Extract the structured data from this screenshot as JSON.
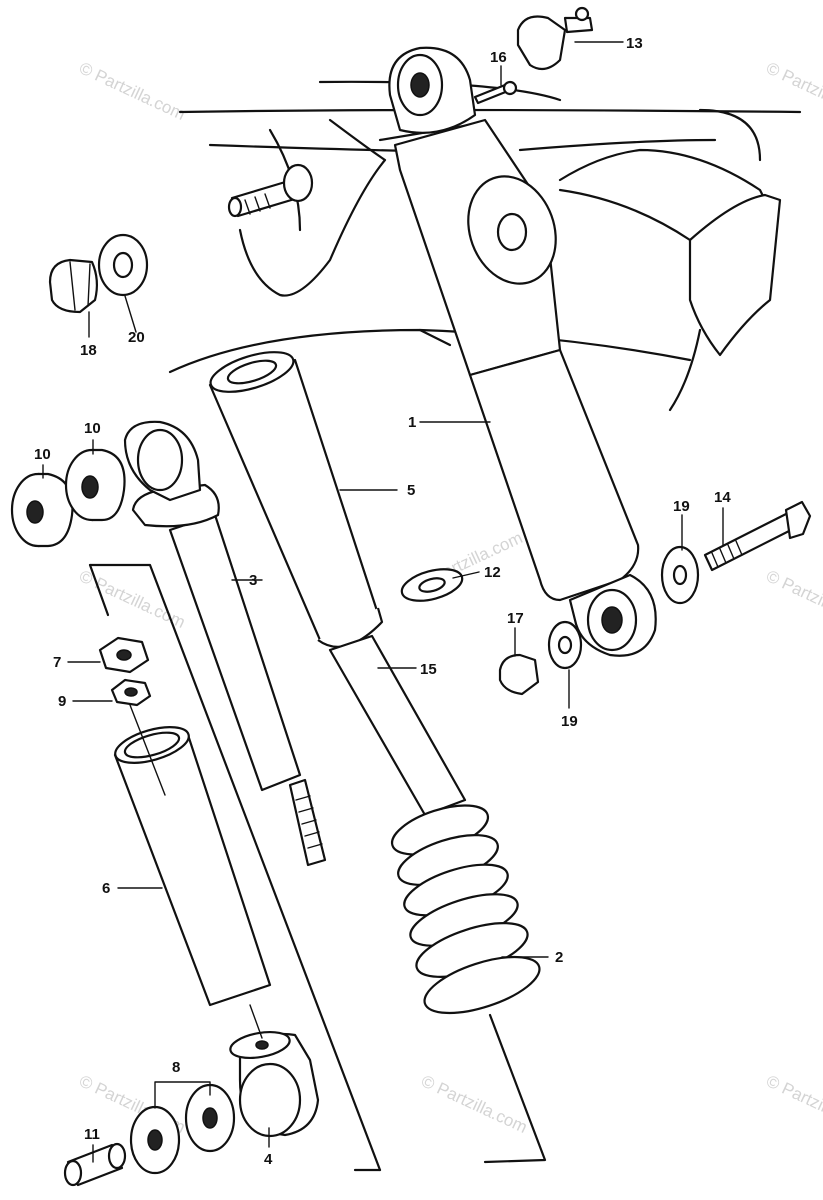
{
  "watermark": "© Partzilla.com",
  "callouts": {
    "c1": "1",
    "c2": "2",
    "c3": "3",
    "c4": "4",
    "c5": "5",
    "c6": "6",
    "c7": "7",
    "c8": "8",
    "c9": "9",
    "c10a": "10",
    "c10b": "10",
    "c11": "11",
    "c12": "12",
    "c13": "13",
    "c14": "14",
    "c15": "15",
    "c16": "16",
    "c17": "17",
    "c18": "18",
    "c19a": "19",
    "c19b": "19",
    "c20": "20"
  }
}
